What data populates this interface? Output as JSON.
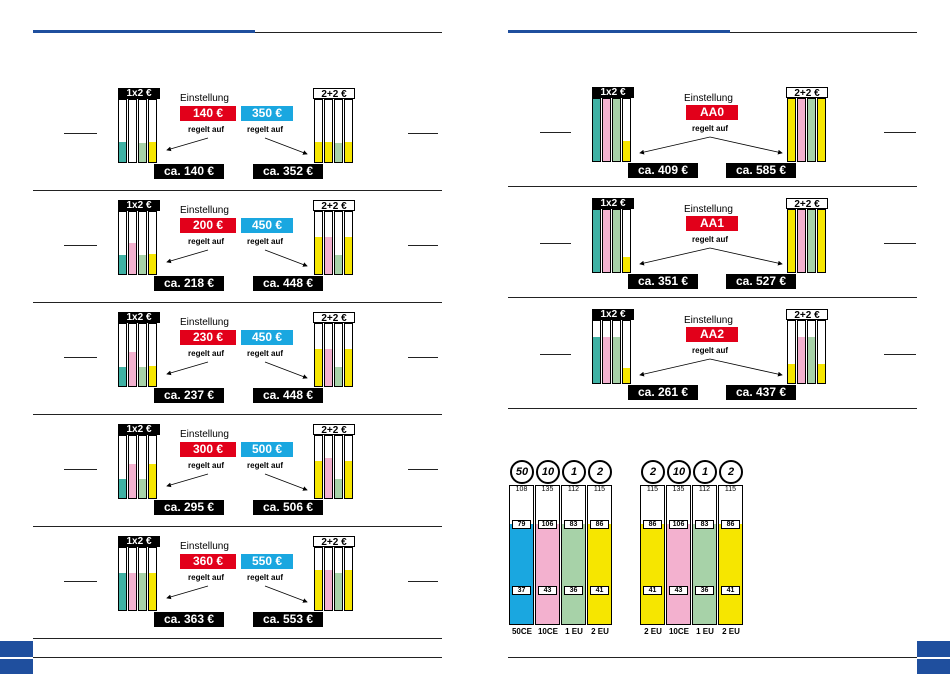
{
  "labels": {
    "einstellung": "Einstellung",
    "regelt_auf": "regelt auf",
    "rack_1x2": "1x2 €",
    "rack_2p2": "2+2 €"
  },
  "left_rows": [
    {
      "setting_a": "140 €",
      "setting_b": "350 €",
      "result_a": "ca. 140 €",
      "result_b": "ca. 352 €"
    },
    {
      "setting_a": "200 €",
      "setting_b": "450 €",
      "result_a": "ca. 218 €",
      "result_b": "ca. 448 €"
    },
    {
      "setting_a": "230 €",
      "setting_b": "450 €",
      "result_a": "ca. 237 €",
      "result_b": "ca. 448 €"
    },
    {
      "setting_a": "300 €",
      "setting_b": "500 €",
      "result_a": "ca. 295 €",
      "result_b": "ca. 506 €"
    },
    {
      "setting_a": "360 €",
      "setting_b": "550 €",
      "result_a": "ca. 363 €",
      "result_b": "ca. 553 €"
    }
  ],
  "right_rows": [
    {
      "setting": "AA0",
      "result_a": "ca. 409 €",
      "result_b": "ca. 585 €"
    },
    {
      "setting": "AA1",
      "result_a": "ca. 351 €",
      "result_b": "ca. 527 €"
    },
    {
      "setting": "AA2",
      "result_a": "ca. 261 €",
      "result_b": "ca. 437 €"
    }
  ],
  "colors": {
    "teal": "#3fb1a4",
    "pink": "#f3b1cf",
    "green": "#a7d2a8",
    "yellow": "#f6e600",
    "blue": "#1aa7e0",
    "red": "#e2001a",
    "brand": "#1f4f9e"
  },
  "coins_left": [
    {
      "coin": "50",
      "name": "50CE",
      "top": "108",
      "upper": "79",
      "lower": "37",
      "fill": "blue"
    },
    {
      "coin": "10",
      "name": "10CE",
      "top": "135",
      "upper": "106",
      "lower": "43",
      "fill": "pink"
    },
    {
      "coin": "1",
      "name": "1 EU",
      "top": "112",
      "upper": "83",
      "lower": "36",
      "fill": "green"
    },
    {
      "coin": "2",
      "name": "2 EU",
      "top": "115",
      "upper": "86",
      "lower": "41",
      "fill": "yellow"
    }
  ],
  "coins_right": [
    {
      "coin": "2",
      "name": "2 EU",
      "top": "115",
      "upper": "86",
      "lower": "41",
      "fill": "yellow"
    },
    {
      "coin": "10",
      "name": "10CE",
      "top": "135",
      "upper": "106",
      "lower": "43",
      "fill": "pink"
    },
    {
      "coin": "1",
      "name": "1 EU",
      "top": "112",
      "upper": "83",
      "lower": "36",
      "fill": "green"
    },
    {
      "coin": "2",
      "name": "2 EU",
      "top": "115",
      "upper": "86",
      "lower": "41",
      "fill": "yellow"
    }
  ]
}
